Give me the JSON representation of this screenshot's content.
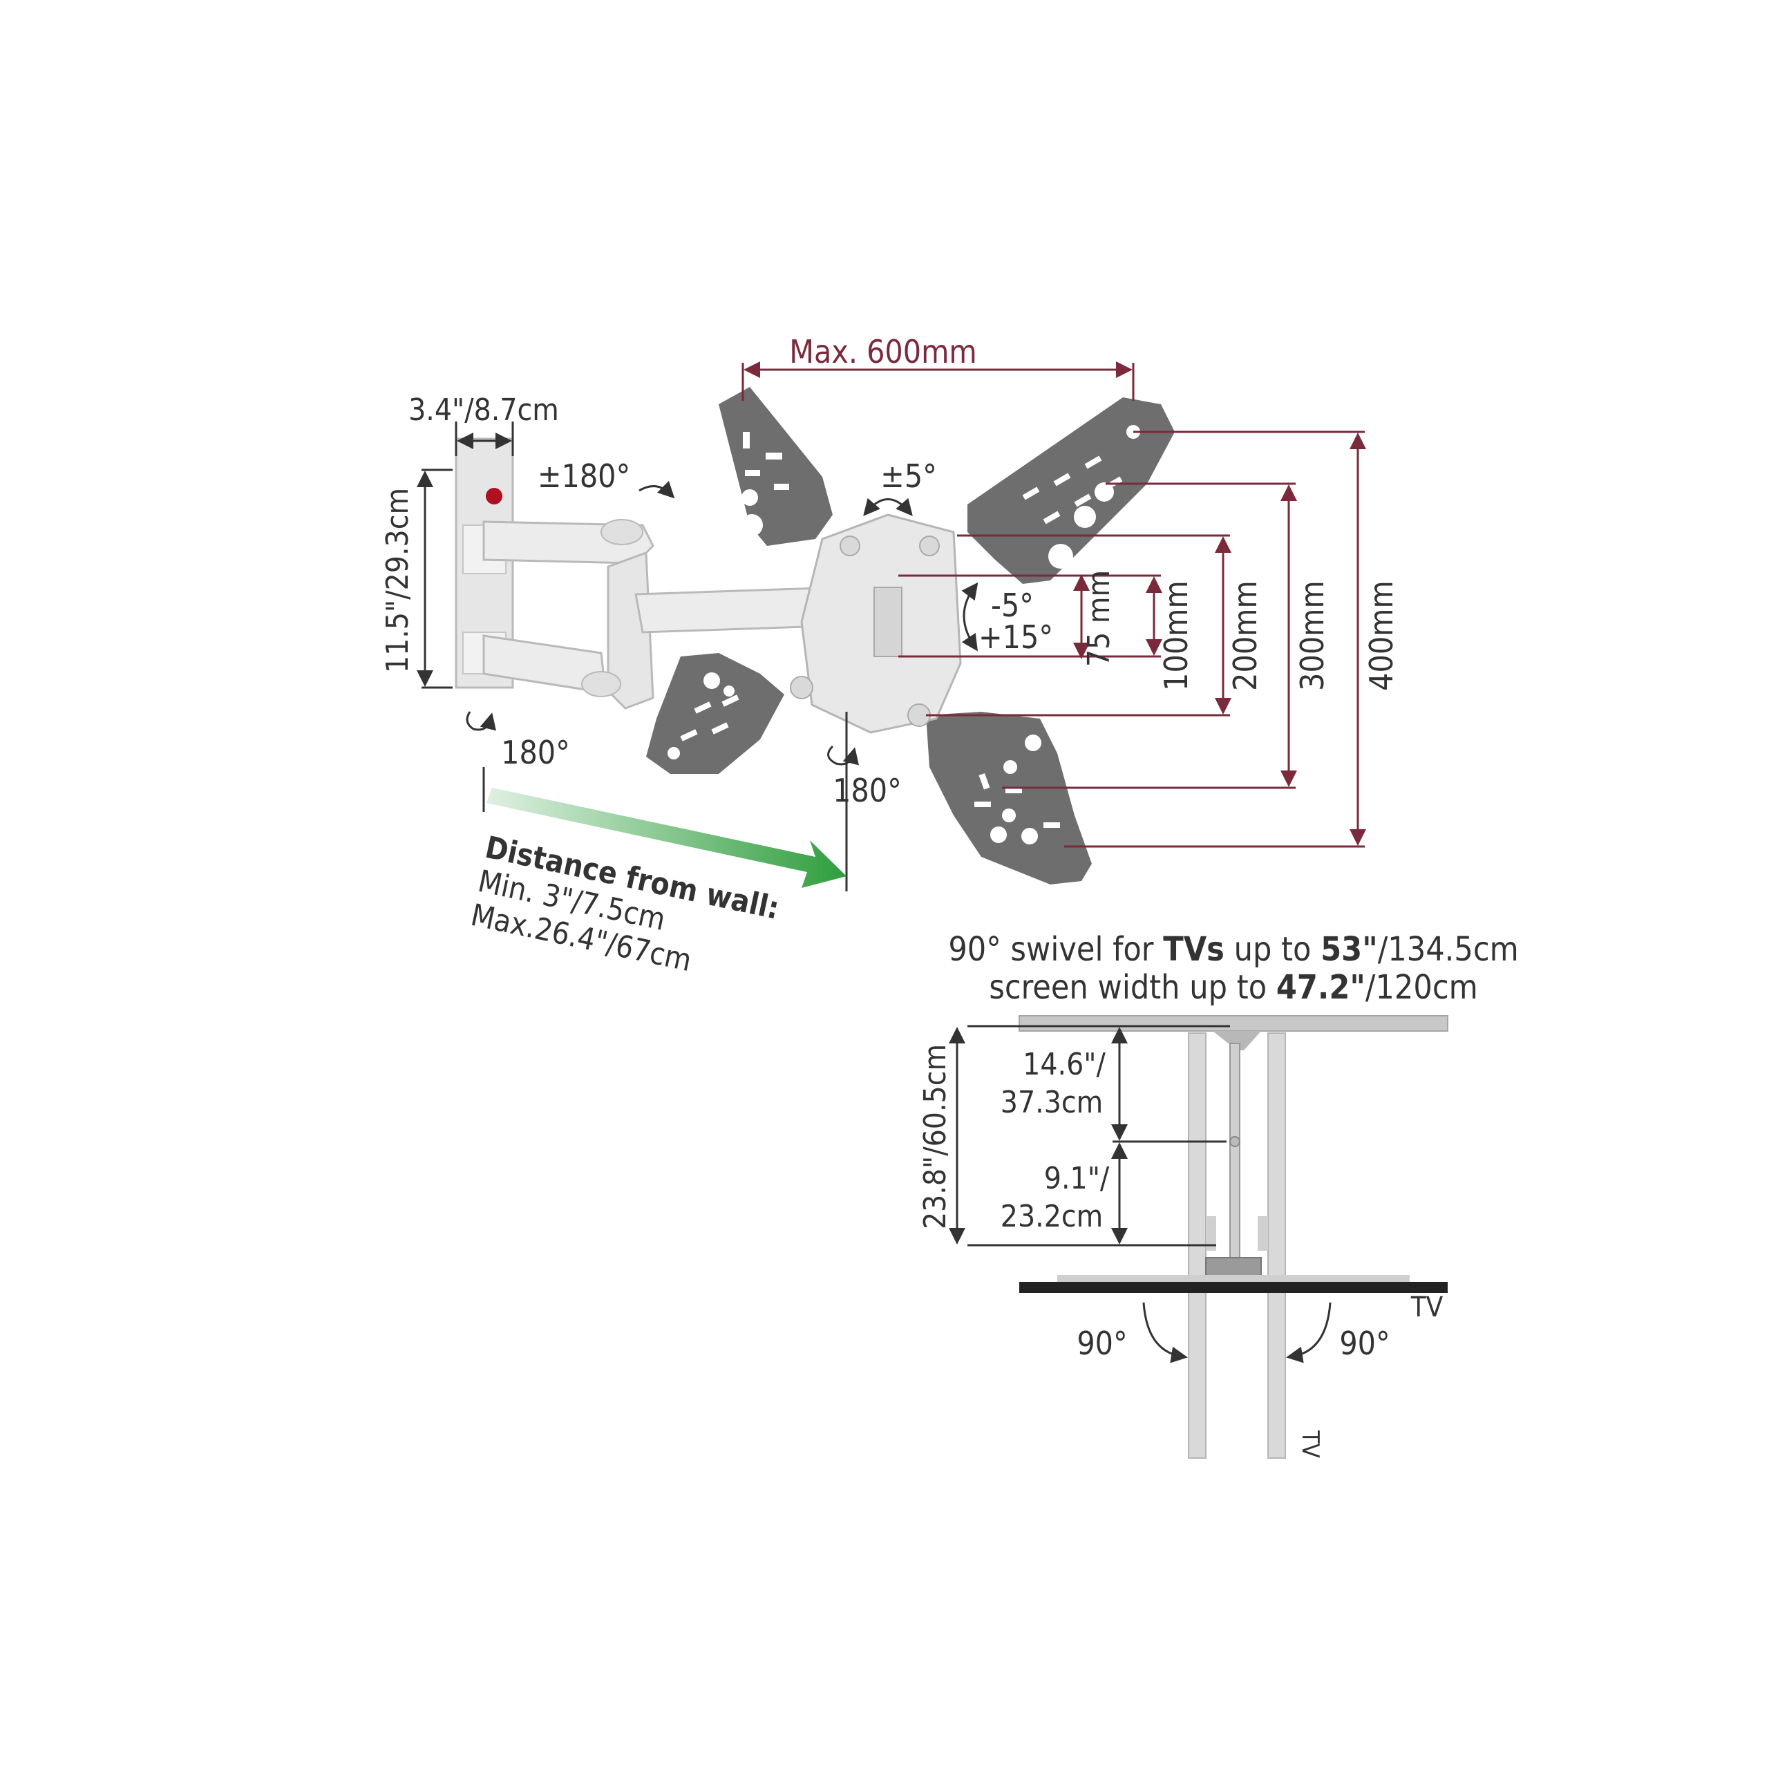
{
  "colors": {
    "background": "#ffffff",
    "bracket": "#e6e6e6",
    "bracket_edge": "#b9b9b9",
    "plate": "#6e6e6e",
    "dimension_red": "#7a2a3a",
    "dimension_dark": "#333333",
    "arrow_green": "#2f9e3e",
    "ceiling_gray": "#c8c8c8",
    "tv_bar": "#222222"
  },
  "mount": {
    "depth_label": "3.4\"/8.7cm",
    "height_label": "11.5\"/29.3cm",
    "swivel_top": "±180°",
    "tilt_side": "±5°",
    "tilt_label_a": "-5°",
    "tilt_label_b": "+15°",
    "rotation_wall": "180°",
    "rotation_arm": "180°",
    "max_width": "Max. 600mm",
    "vesa_75": "75 mm",
    "vesa_100": "100mm",
    "vesa_200": "200mm",
    "vesa_300": "300mm",
    "vesa_400": "400mm"
  },
  "distance": {
    "title": "Distance from wall:",
    "min": "Min. 3\"/7.5cm",
    "max": "Max.26.4\"/67cm"
  },
  "swivel": {
    "line1_prefix": "90° swivel for ",
    "line1_bold": "TVs",
    "line1_mid": " up to ",
    "line1_value": "53\"",
    "line1_suffix": "/134.5cm",
    "line2_prefix": "screen width up to ",
    "line2_value": "47.2\"",
    "line2_suffix": "/120cm",
    "total_depth": "23.8\"/60.5cm",
    "upper_in": "14.6\"/",
    "upper_cm": "37.3cm",
    "lower_in": "9.1\"/",
    "lower_cm": "23.2cm",
    "angle_left": "90°",
    "angle_right": "90°",
    "tv_label": "TV",
    "tv_label_rotated": "TV"
  }
}
